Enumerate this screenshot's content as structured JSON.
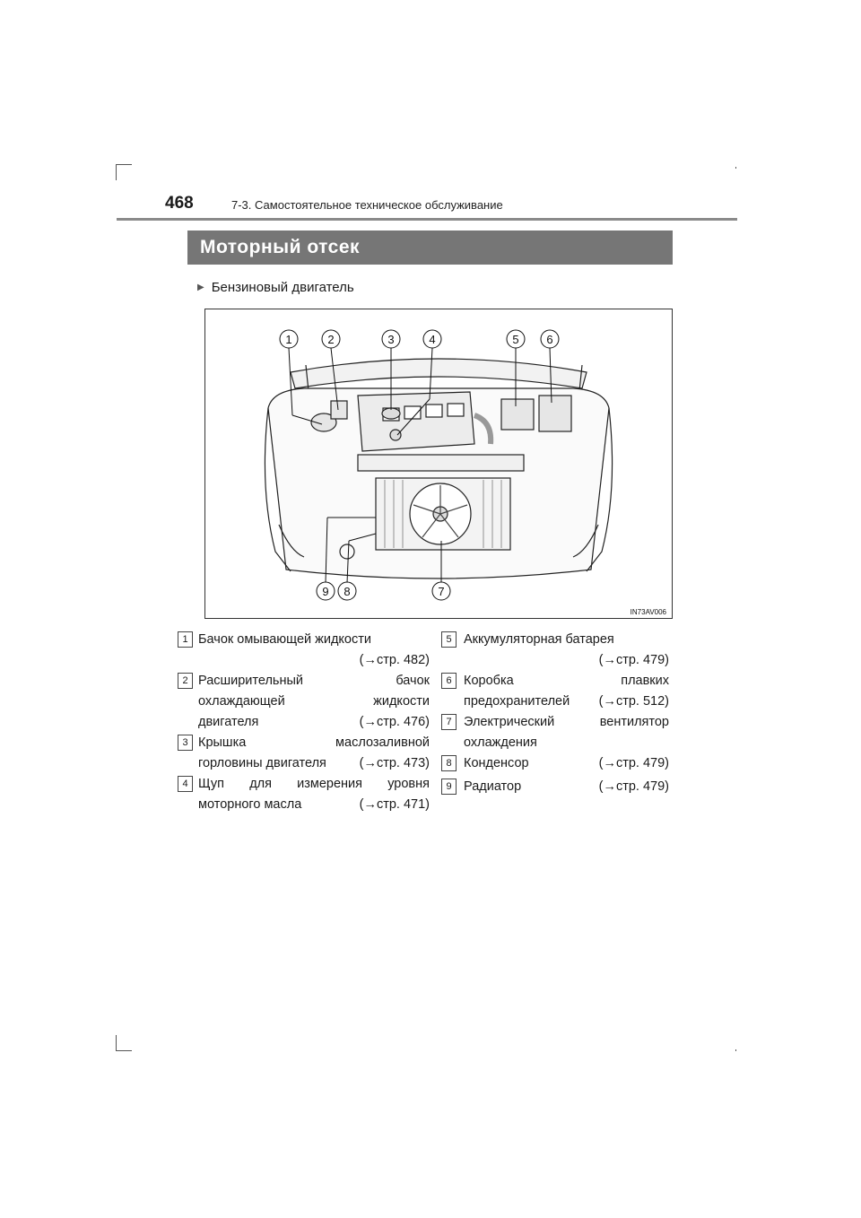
{
  "header": {
    "page_number": "468",
    "chapter": "7-3. Самостоятельное техническое обслуживание"
  },
  "section": {
    "title": "Моторный отсек",
    "subheading": "Бензиновый двигатель"
  },
  "figure": {
    "code": "IN73AV006",
    "callouts_top": [
      "1",
      "2",
      "3",
      "4",
      "5",
      "6"
    ],
    "callouts_bottom": [
      "9",
      "8",
      "7"
    ]
  },
  "items": [
    {
      "n": "1",
      "lines": [
        [
          "Бачок омывающей жидкости",
          ""
        ],
        [
          "",
          "(→стр. 482)"
        ]
      ]
    },
    {
      "n": "2",
      "lines": [
        [
          "Расширительный",
          "бачок"
        ],
        [
          "охлаждающей",
          "жидкости"
        ],
        [
          "двигателя",
          "(→стр. 476)"
        ]
      ]
    },
    {
      "n": "3",
      "lines": [
        [
          "Крышка",
          "маслозаливной"
        ],
        [
          "горловины двигателя",
          "(→стр. 473)"
        ]
      ]
    },
    {
      "n": "4",
      "lines": [
        [
          "Щуп",
          "для",
          "измерения",
          "уровня"
        ],
        [
          "моторного масла",
          "(→стр. 471)"
        ]
      ]
    },
    {
      "n": "5",
      "lines": [
        [
          "Аккумуляторная батарея",
          ""
        ],
        [
          "",
          "(→стр. 479)"
        ]
      ]
    },
    {
      "n": "6",
      "lines": [
        [
          "Коробка",
          "плавких"
        ],
        [
          "предохранителей",
          "(→стр. 512)"
        ]
      ]
    },
    {
      "n": "7",
      "lines": [
        [
          "Электрический",
          "вентилятор"
        ],
        [
          "охлаждения",
          ""
        ]
      ]
    },
    {
      "n": "8",
      "lines": [
        [
          "Конденсор",
          "(→стр. 479)"
        ]
      ]
    },
    {
      "n": "9",
      "lines": [
        [
          "Радиатор",
          "(→стр. 479)"
        ]
      ]
    }
  ]
}
